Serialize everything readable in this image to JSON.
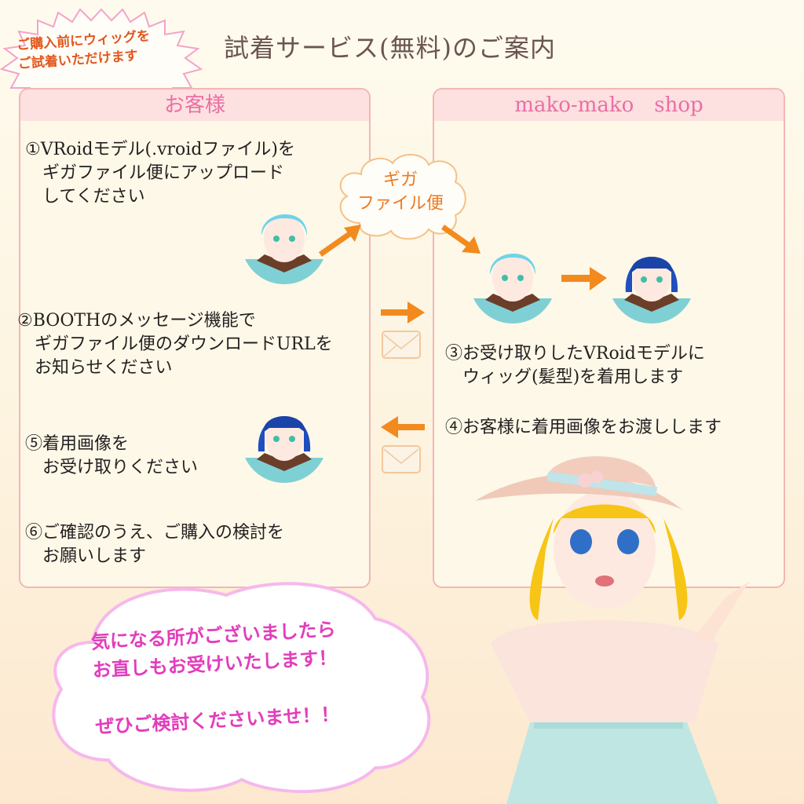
{
  "header": {
    "title": "試着サービス(無料)のご案内",
    "badge": "ご購入前にウィッグを\nご試着いただけます"
  },
  "left_panel": {
    "title": "お客様",
    "steps": [
      "①VRoidモデル(.vroidファイル)を\n　ギガファイル便にアップロード\n　してください",
      "②BOOTHのメッセージ機能で\n　ギガファイル便のダウンロードURLを\n　お知らせください",
      "⑤着用画像を\n　お受け取りください",
      "⑥ご確認のうえ、ご購入の検討を\n　お願いします"
    ]
  },
  "right_panel": {
    "title": "mako-mako　shop",
    "steps": [
      "③お受け取りしたVRoidモデルに\n　ウィッグ(髪型)を着用します",
      "④お客様に着用画像をお渡しします"
    ]
  },
  "cloud": {
    "label": "ギガ\nファイル便"
  },
  "bubble": {
    "text": "気になる所がございましたら\nお直しもお受けいたします！\n\nぜひご検討くださいませ！！"
  },
  "icons": {
    "arrow": "arrow-icon",
    "envelope": "envelope-icon",
    "avatar_before": "avatar-light-blue-hair",
    "avatar_after": "avatar-dark-blue-hair"
  },
  "colors": {
    "accent_orange": "#f28a1e",
    "panel_border": "#f3b6b4",
    "panel_header": "#fde0e0",
    "header_text_pink": "#ea6fa5",
    "bubble_text": "#e23dbc",
    "title_text": "#6b5552"
  }
}
